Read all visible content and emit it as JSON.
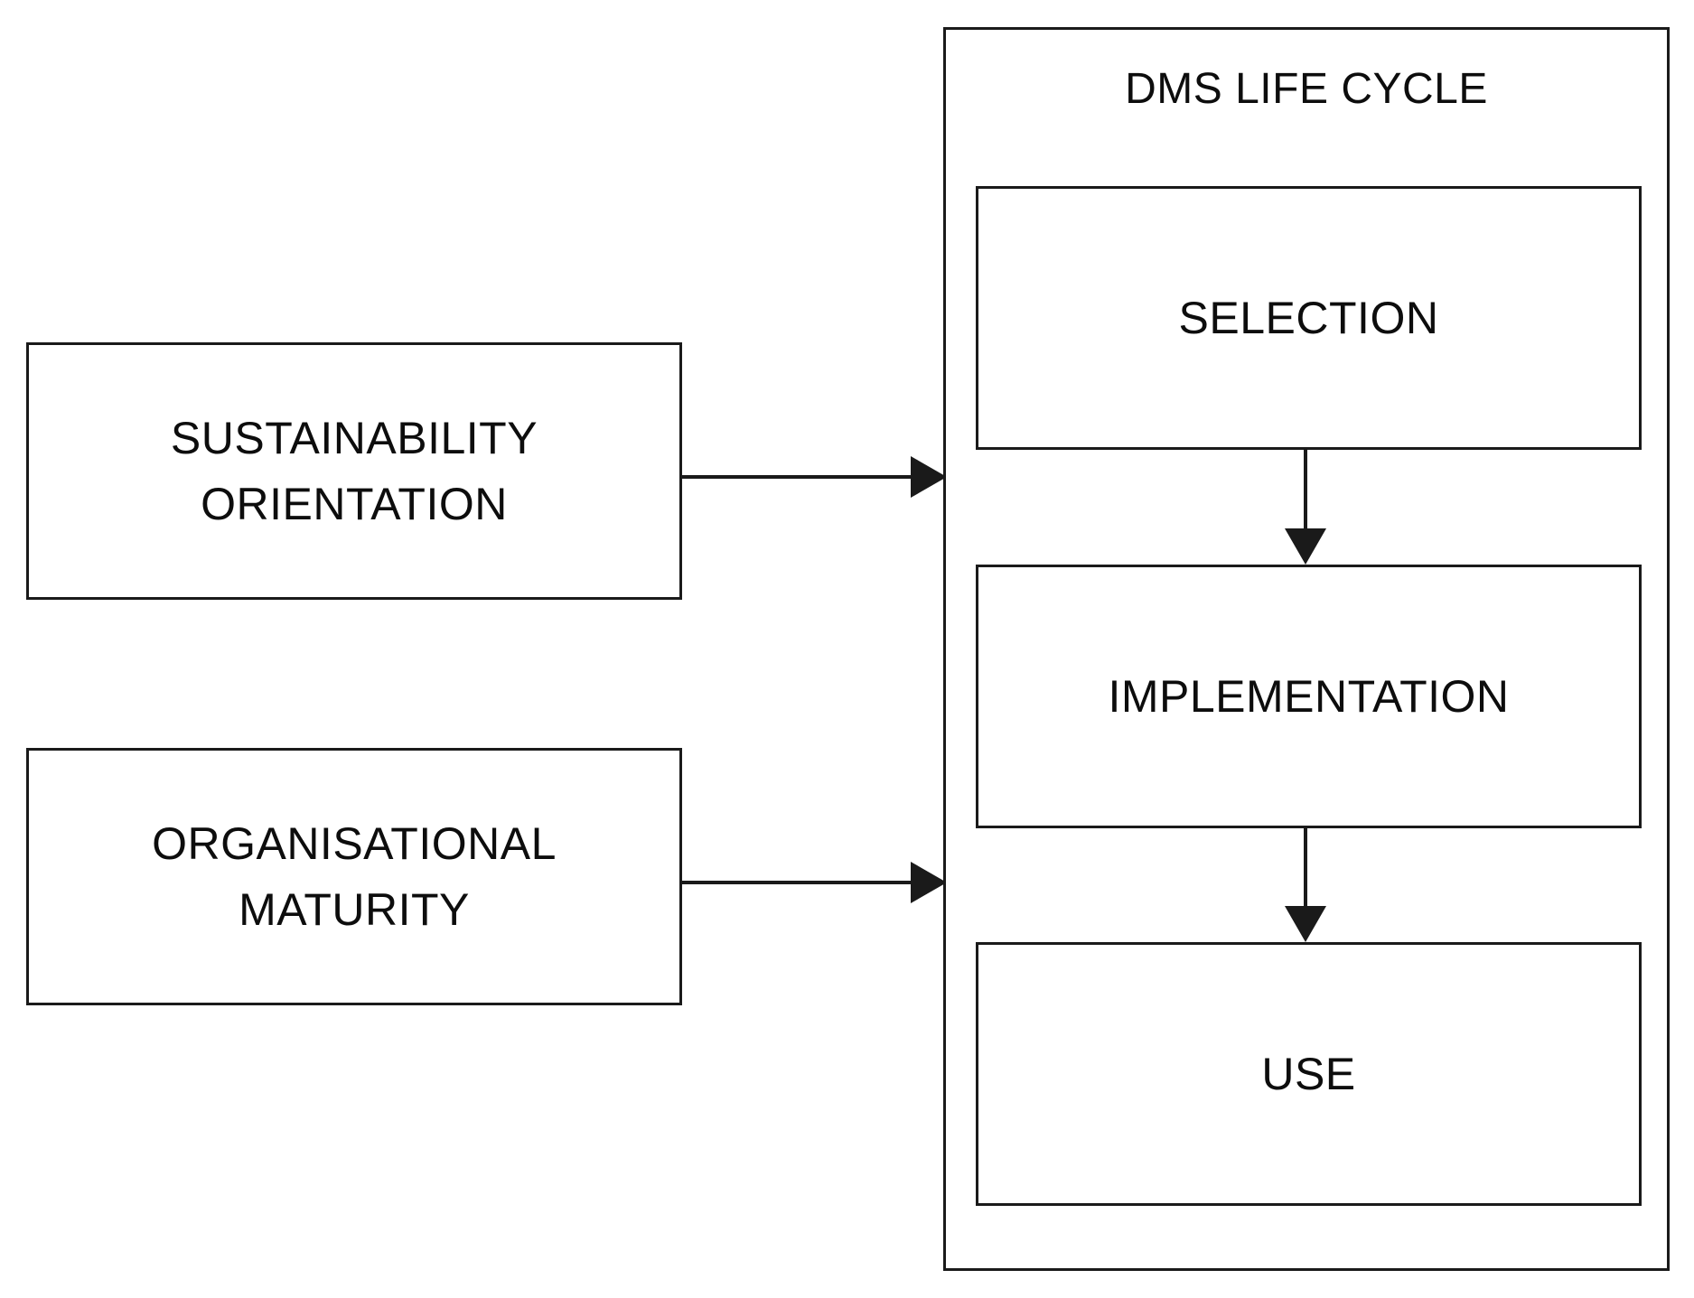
{
  "diagram": {
    "title": "DMS LIFE CYCLE",
    "background_color": "#FFFFFF",
    "line_color": "#1A1A1A",
    "text_color": "#0D0D0D",
    "container": {
      "label": "DMS LIFE CYCLE"
    },
    "drivers": [
      {
        "id": "sustainability-orientation",
        "label": "SUSTAINABILITY\nORIENTATION",
        "line1": "SUSTAINABILITY",
        "line2": "ORIENTATION"
      },
      {
        "id": "organisational-maturity",
        "label": "ORGANISATIONAL\nMATURITY",
        "line1": "ORGANISATIONAL",
        "line2": "MATURITY"
      }
    ],
    "stages": [
      {
        "id": "selection",
        "label": "SELECTION",
        "order": 1
      },
      {
        "id": "implementation",
        "label": "IMPLEMENTATION",
        "order": 2
      },
      {
        "id": "use",
        "label": "USE",
        "order": 3
      }
    ],
    "connections": [
      {
        "from": "sustainability-orientation",
        "to": "dms-life-cycle",
        "style": "solid-arrow",
        "direction": "right"
      },
      {
        "from": "organisational-maturity",
        "to": "dms-life-cycle",
        "style": "solid-arrow",
        "direction": "right"
      },
      {
        "from": "selection",
        "to": "implementation",
        "style": "solid-arrow",
        "direction": "down"
      },
      {
        "from": "implementation",
        "to": "use",
        "style": "solid-arrow",
        "direction": "down"
      }
    ]
  }
}
